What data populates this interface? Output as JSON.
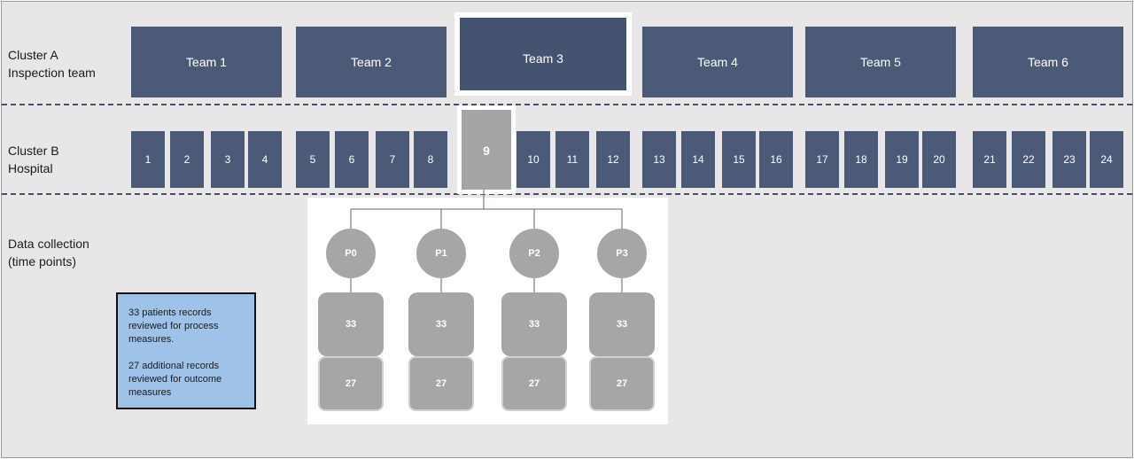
{
  "labels": {
    "cluster_a": "Cluster A\nInspection team",
    "cluster_b": "Cluster B\nHospital",
    "data_collection": "Data collection\n(time points)"
  },
  "teams": [
    "Team 1",
    "Team 2",
    "Team 3",
    "Team 4",
    "Team 5",
    "Team 6"
  ],
  "selected_team": "Team 3",
  "hospitals": [
    "1",
    "2",
    "3",
    "4",
    "5",
    "6",
    "7",
    "8",
    "9",
    "10",
    "11",
    "12",
    "13",
    "14",
    "15",
    "16",
    "17",
    "18",
    "19",
    "20",
    "21",
    "22",
    "23",
    "24"
  ],
  "selected_hospital": "9",
  "time_points": [
    "P0",
    "P1",
    "P2",
    "P3"
  ],
  "records_process": "33",
  "records_outcome": "27",
  "legend": {
    "line1": "33 patients records reviewed for process measures.",
    "line2": "27 additional records reviewed for outcome measures"
  },
  "colors": {
    "block": "#4b5a76",
    "selected_grey": "#a7a5a5",
    "legend_bg": "#9fc3e8",
    "background": "#e8e6e7"
  }
}
